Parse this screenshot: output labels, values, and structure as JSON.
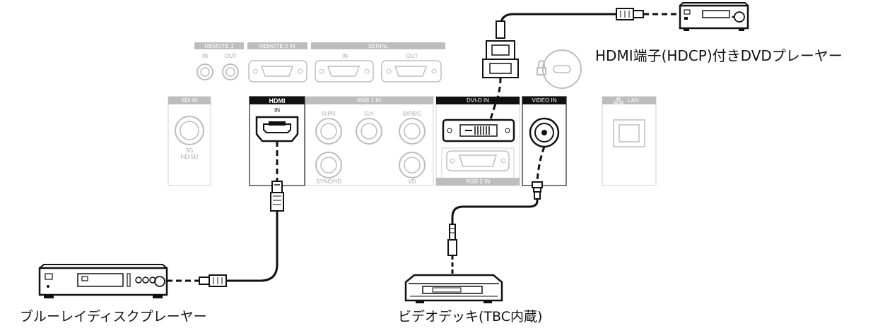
{
  "panel": {
    "remote1": "REMOTE 1",
    "remote1_in": "IN",
    "remote1_out": "OUT",
    "remote2": "REMOTE 2 IN",
    "serial": "SERIAL",
    "serial_in": "IN",
    "serial_out": "OUT",
    "sdi_in": "SDI IN",
    "sdi_sub1": "3G",
    "sdi_sub2": "HD/SD",
    "hdmi": "HDMI",
    "hdmi_in": "IN",
    "rgb1": "RGB 1 IN",
    "r_pr": "R/PR",
    "g_y": "G/Y",
    "b_pb_c": "B/PB/C",
    "sync_hd": "SYNC/HD",
    "vd": "VD",
    "dvid": "DVI-D IN",
    "rgb2": "RGB 2 IN",
    "video_in": "VIDEO IN",
    "lan": "LAN"
  },
  "devices": {
    "dvd_player": "HDMI端子(HDCP)付きDVDプレーヤー",
    "bluray_player": "ブルーレイディスクプレーヤー",
    "video_deck": "ビデオデッキ(TBC内蔵)"
  },
  "colors": {
    "panel_gray": "#bdbdbd",
    "active_black": "#111111",
    "cable": "#111111"
  }
}
